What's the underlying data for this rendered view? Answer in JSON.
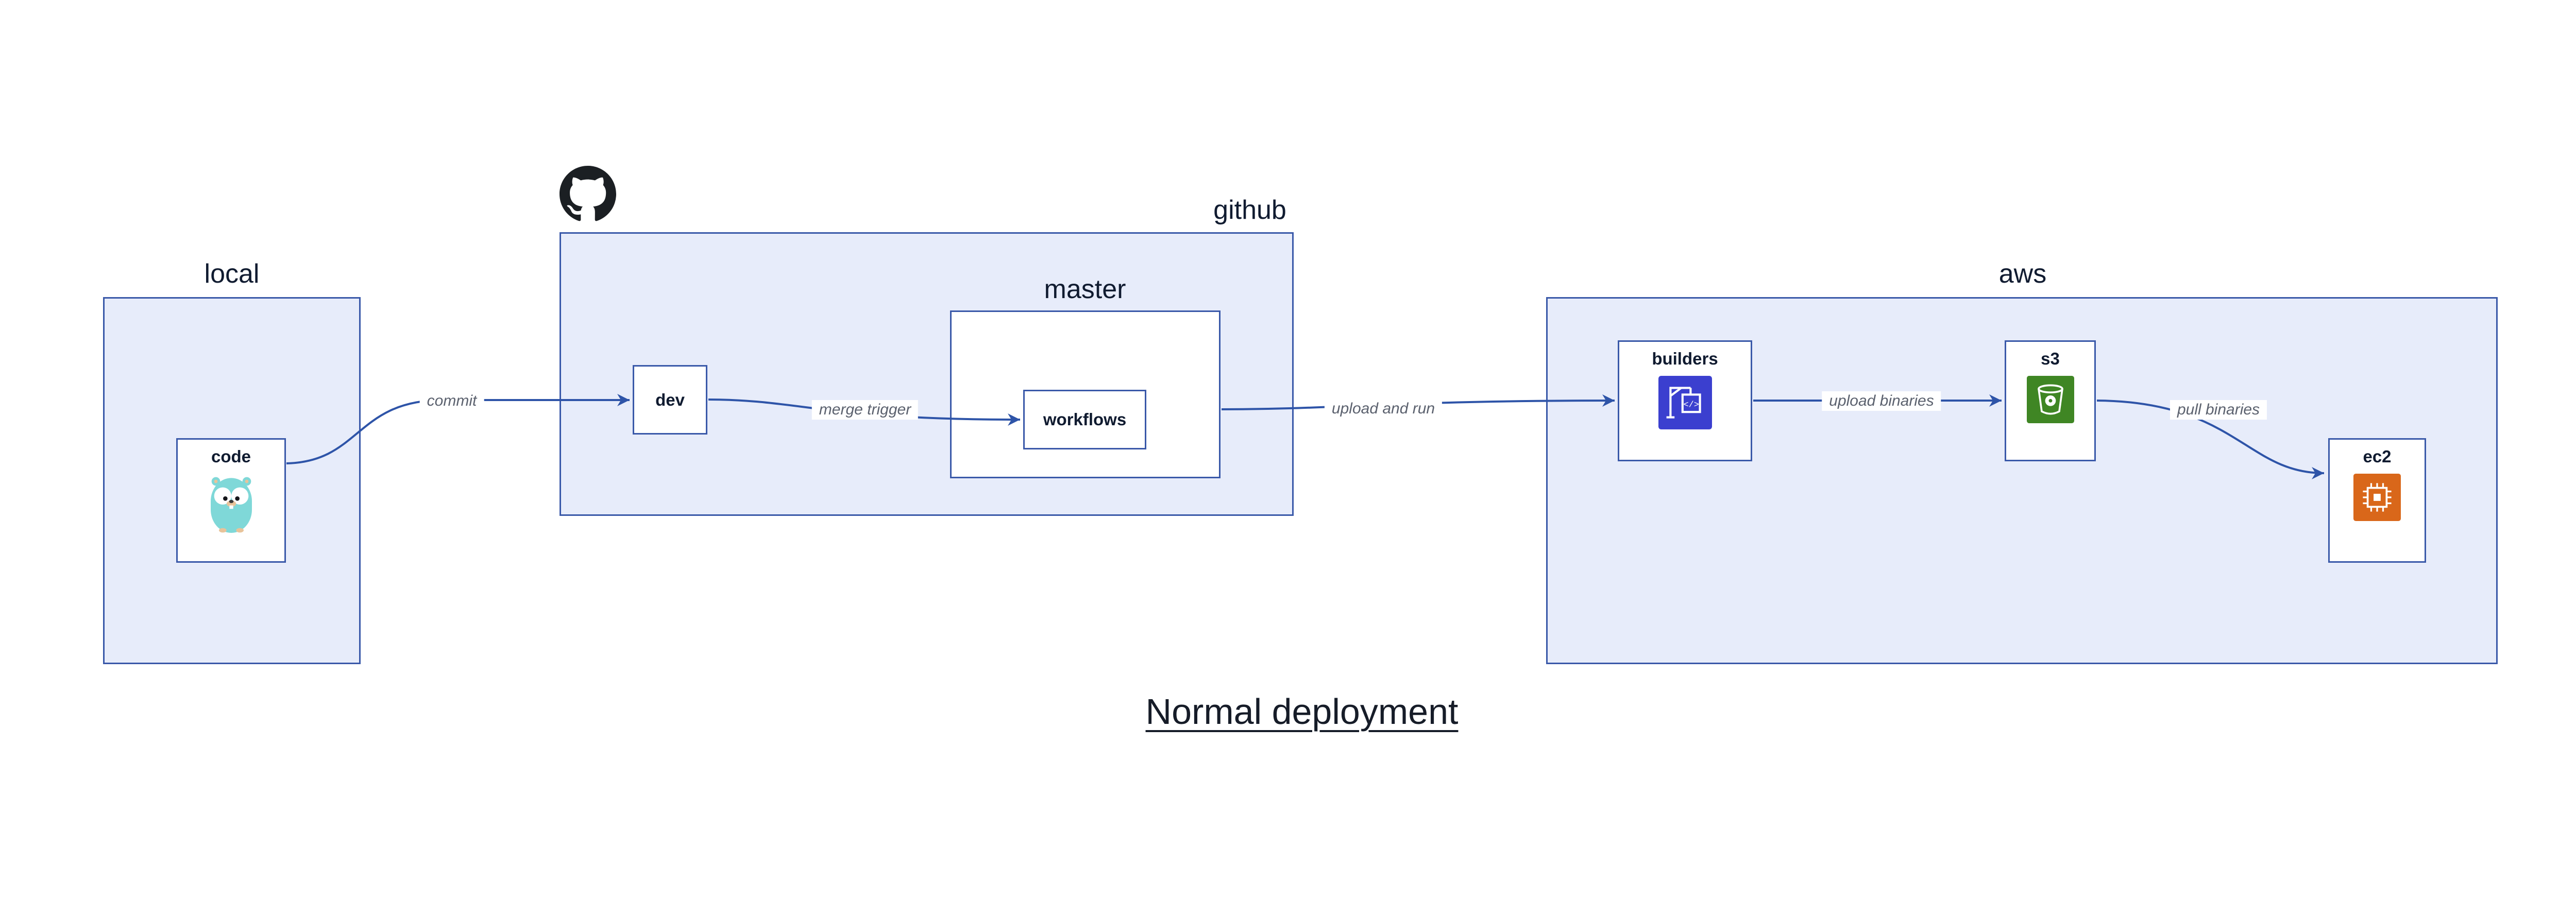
{
  "title": "Normal deployment",
  "containers": {
    "local": {
      "label": "local"
    },
    "github": {
      "label": "github"
    },
    "master": {
      "label": "master"
    },
    "aws": {
      "label": "aws"
    }
  },
  "nodes": {
    "code": {
      "label": "code",
      "icon": "go-gopher-icon"
    },
    "dev": {
      "label": "dev"
    },
    "workflows": {
      "label": "workflows"
    },
    "builders": {
      "label": "builders",
      "icon": "aws-codebuild-icon"
    },
    "s3": {
      "label": "s3",
      "icon": "aws-s3-bucket-icon"
    },
    "ec2": {
      "label": "ec2",
      "icon": "aws-ec2-chip-icon"
    }
  },
  "edges": [
    {
      "from": "code",
      "to": "dev",
      "label": "commit"
    },
    {
      "from": "dev",
      "to": "workflows",
      "label": "merge trigger"
    },
    {
      "from": "master",
      "to": "builders",
      "label": "upload and run"
    },
    {
      "from": "builders",
      "to": "s3",
      "label": "upload binaries"
    },
    {
      "from": "s3",
      "to": "ec2",
      "label": "pull binaries"
    }
  ],
  "colors": {
    "container_fill": "#e7ecfa",
    "border": "#3a59a9",
    "arrow": "#2e54a8",
    "text": "#101b30",
    "edge_label": "#5b616e",
    "github_logo": "#1b1f23",
    "gopher_body": "#7fd8d8",
    "codebuild_blue": "#3b3fcf",
    "s3_green": "#3f8624",
    "ec2_orange": "#d9671a"
  }
}
